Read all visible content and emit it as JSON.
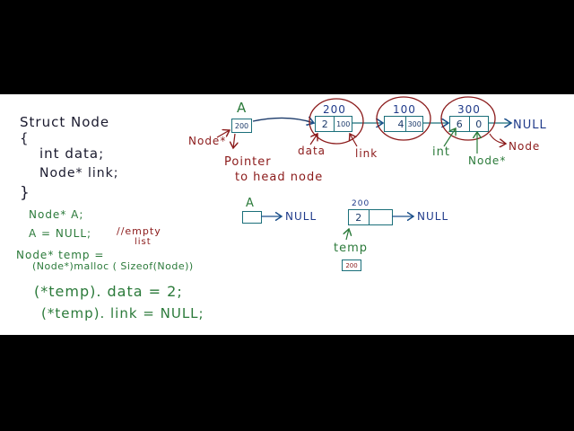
{
  "code": {
    "struct": {
      "line1": "Struct Node",
      "open_brace": "{",
      "field1": "int data;",
      "field2": "Node* link;",
      "close_brace": "}"
    },
    "statements": {
      "decl_a": "Node* A;",
      "assign_null": "A = NULL;",
      "comment_line1": "//empty",
      "comment_line2": "list",
      "temp_decl": "Node* temp =",
      "malloc_call": "(Node*)malloc ( Sizeof(Node))",
      "set_data": "(*temp). data = 2;",
      "set_link": "(*temp). link = NULL;"
    }
  },
  "diagram_top": {
    "head_label": "A",
    "head_value": "200",
    "head_type_label": "Node*",
    "head_desc_line1": "Pointer",
    "head_desc_line2": "to head node",
    "nodes": [
      {
        "address": "200",
        "data": "2",
        "link": "100"
      },
      {
        "address": "100",
        "data": "4",
        "link": "300"
      },
      {
        "address": "300",
        "data": "6",
        "link": "0"
      }
    ],
    "data_label": "data",
    "link_label": "link",
    "terminal": "NULL",
    "int_label": "int",
    "node_ptr_label": "Node*",
    "node_label": "Node"
  },
  "diagram_bottom": {
    "head_label": "A",
    "head_null": "NULL",
    "node_address": "200",
    "node_data": "2",
    "node_null": "NULL",
    "temp_label": "temp",
    "temp_value": "200"
  }
}
